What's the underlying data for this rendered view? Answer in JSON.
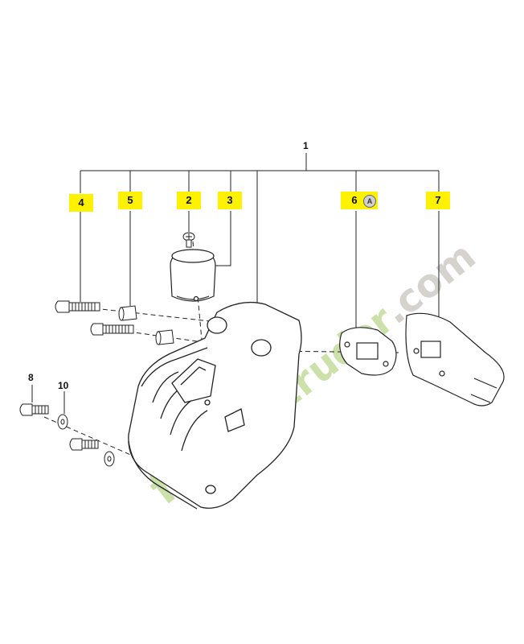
{
  "callouts": {
    "c1": "1",
    "c2": "2",
    "c3": "3",
    "c4": "4",
    "c5": "5",
    "c6": "6",
    "c7": "7",
    "c8": "8",
    "c10": "10",
    "ref_marker": "A"
  },
  "watermark": {
    "text": "tarderitruder.com"
  },
  "colors": {
    "callout_highlight": "#fff200",
    "line_art": "#222222",
    "watermark_green": "#bcd88e",
    "watermark_orange": "#f3b35c",
    "watermark_gray": "#c9c5c0"
  }
}
